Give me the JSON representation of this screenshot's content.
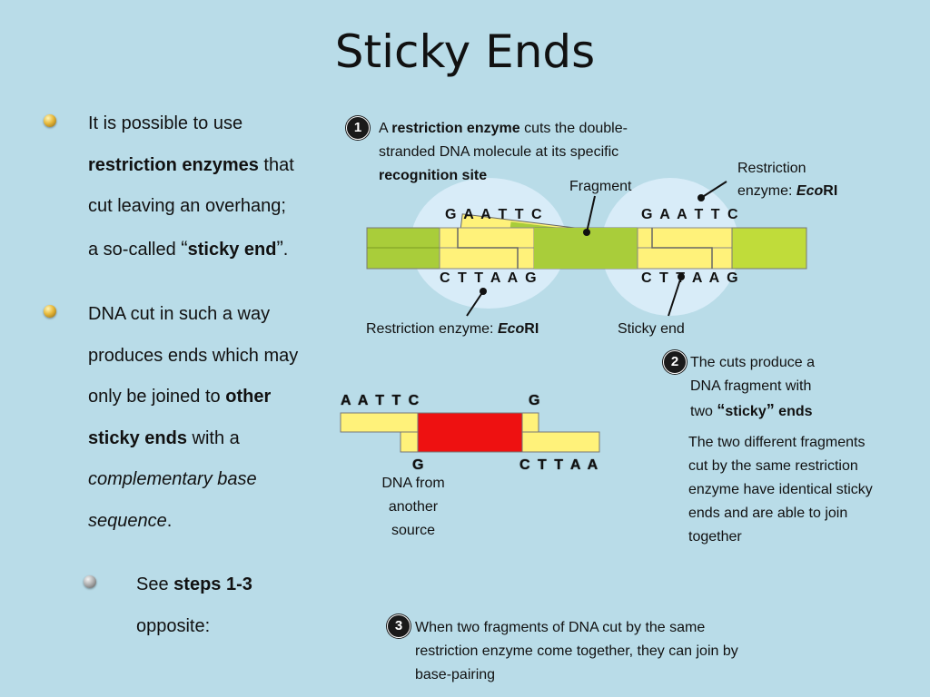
{
  "slide": {
    "title": "Sticky Ends"
  },
  "bullets": {
    "b1": {
      "line1": "It is possible to use",
      "bold1": "restriction enzymes",
      "after_bold1": " that",
      "line3": "cut leaving an overhang;",
      "line4_pre": "a so-called ",
      "open_quote": "“",
      "bold2": "sticky end",
      "close_quote": "”",
      "period": "."
    },
    "b2": {
      "line1": "DNA cut in such a way",
      "line2": "produces ends which may",
      "line3_pre": "only be joined to ",
      "bold1": "other",
      "bold2": "sticky ends",
      "after_bold2": " with a",
      "italic1": "complementary base",
      "italic2": "sequence",
      "period": "."
    },
    "sub": {
      "pre": "See ",
      "bold": "steps 1-3",
      "line2": "opposite:"
    }
  },
  "step1": {
    "number": "1",
    "text_a": "A ",
    "bold_a": "restriction enzyme",
    "text_b": " cuts the double-",
    "line2": "stranded DNA molecule at its specific",
    "bold_c": "recognition site"
  },
  "diagram1": {
    "seq_top_left": "G A A T T C",
    "seq_top_right": "G A A T T C",
    "seq_bottom_left": "C T T A A G",
    "seq_bottom_right": "C T T A A G",
    "fragment_label": "Fragment",
    "enzyme_top_label_line1": "Restriction",
    "enzyme_top_label_line2": "enzyme: ",
    "enzyme_top_eco": "Eco",
    "enzyme_top_ri": "RI",
    "enzyme_bottom_label": "Restriction enzyme: ",
    "enzyme_bottom_eco": "Eco",
    "enzyme_bottom_ri": "RI",
    "sticky_end_label": "Sticky end"
  },
  "step2": {
    "number": "2",
    "line1": "The cuts produce a",
    "line2": "DNA fragment with",
    "line3_pre": "two ",
    "open_quote": "“",
    "bold": "sticky",
    "close_quote": "”",
    "bold_after": " ends",
    "para2_line1": "The two different fragments",
    "para2_line2": "cut by the same restriction",
    "para2_line3": "enzyme have identical sticky",
    "para2_line4": "ends and are able to join",
    "para2_line5": "together"
  },
  "diagram2": {
    "seq_top_left": "A A T T C",
    "seq_top_right": "G",
    "seq_bottom_left": "G",
    "seq_bottom_right": "C T T A A",
    "source_line1": "DNA from",
    "source_line2": "another",
    "source_line3": "source"
  },
  "step3": {
    "number": "3",
    "line1": "When two fragments of DNA cut by the same",
    "line2": "restriction enzyme come together, they can join by",
    "line3": "base-pairing"
  },
  "colors": {
    "background": "#b9dce8",
    "dna_green": "#a9cd3a",
    "dna_green_dark": "#8fb52a",
    "dna_yellow": "#fff27a",
    "foreign_red": "#ee1111",
    "enzyme_blob": "#d8ecf8"
  }
}
